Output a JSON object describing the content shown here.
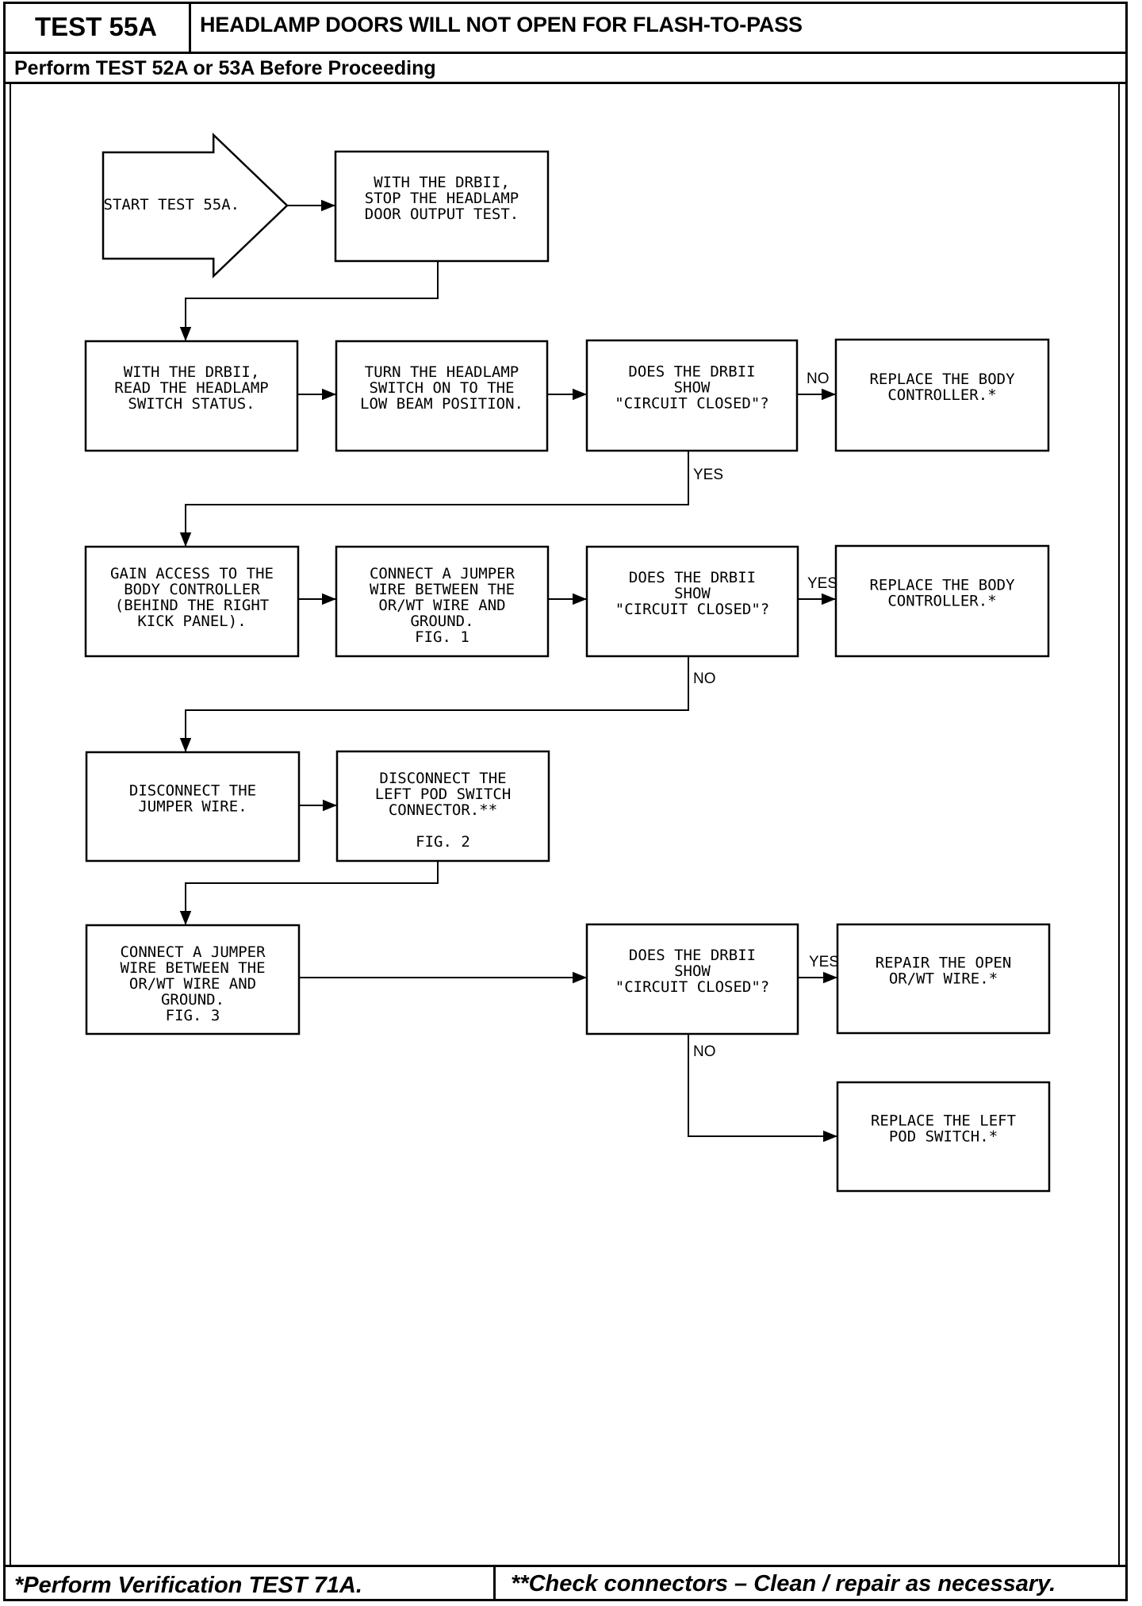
{
  "header": {
    "test_id": "TEST 55A",
    "title": "HEADLAMP DOORS WILL NOT OPEN FOR FLASH-TO-PASS",
    "subtitle": "Perform TEST 52A or 53A Before Proceeding"
  },
  "footer": {
    "note_single": "*Perform Verification TEST 71A.",
    "note_double": "**Check connectors – Clean / repair as necessary."
  },
  "nodes": [
    {
      "id": "start",
      "shape": "arrow",
      "lines": [
        "START TEST 55A."
      ]
    },
    {
      "id": "stop-output",
      "shape": "box",
      "lines": [
        "WITH THE DRBII,",
        "STOP THE HEADLAMP",
        "DOOR OUTPUT TEST."
      ]
    },
    {
      "id": "read-status",
      "shape": "box",
      "lines": [
        "WITH THE DRBII,",
        "READ THE HEADLAMP",
        "SWITCH STATUS."
      ]
    },
    {
      "id": "turn-switch",
      "shape": "box",
      "lines": [
        "TURN THE HEADLAMP",
        "SWITCH ON TO THE",
        "LOW BEAM POSITION."
      ]
    },
    {
      "id": "decision-1",
      "shape": "box",
      "lines": [
        "DOES THE DRBII",
        "SHOW",
        "\"CIRCUIT CLOSED\"?"
      ]
    },
    {
      "id": "replace-body-1",
      "shape": "box",
      "lines": [
        "REPLACE THE BODY",
        "CONTROLLER.*"
      ]
    },
    {
      "id": "gain-access",
      "shape": "box",
      "lines": [
        "GAIN ACCESS TO THE",
        "BODY CONTROLLER",
        "(BEHIND THE RIGHT",
        "KICK PANEL)."
      ]
    },
    {
      "id": "connect-jumper-1",
      "shape": "box",
      "lines": [
        "CONNECT A JUMPER",
        "WIRE BETWEEN THE",
        "OR/WT WIRE AND",
        "GROUND.",
        "FIG. 1"
      ]
    },
    {
      "id": "decision-2",
      "shape": "box",
      "lines": [
        "DOES THE DRBII",
        "SHOW",
        "\"CIRCUIT CLOSED\"?"
      ]
    },
    {
      "id": "replace-body-2",
      "shape": "box",
      "lines": [
        "REPLACE THE BODY",
        "CONTROLLER.*"
      ]
    },
    {
      "id": "disconnect-jumper",
      "shape": "box",
      "lines": [
        "DISCONNECT THE",
        "JUMPER WIRE."
      ]
    },
    {
      "id": "disconnect-pod",
      "shape": "box",
      "lines": [
        "DISCONNECT THE",
        "LEFT POD SWITCH",
        "CONNECTOR.**",
        "",
        "FIG. 2"
      ]
    },
    {
      "id": "connect-jumper-3",
      "shape": "box",
      "lines": [
        "CONNECT A JUMPER",
        "WIRE BETWEEN THE",
        "OR/WT WIRE AND",
        "GROUND.",
        "FIG. 3"
      ]
    },
    {
      "id": "decision-3",
      "shape": "box",
      "lines": [
        "DOES THE DRBII",
        "SHOW",
        "\"CIRCUIT CLOSED\"?"
      ]
    },
    {
      "id": "repair-open",
      "shape": "box",
      "lines": [
        "REPAIR THE OPEN",
        "OR/WT WIRE.*"
      ]
    },
    {
      "id": "replace-pod",
      "shape": "box",
      "lines": [
        "REPLACE THE LEFT",
        "POD SWITCH.*"
      ]
    }
  ],
  "edges": [
    {
      "from": "start",
      "to": "stop-output",
      "label": ""
    },
    {
      "from": "stop-output",
      "to": "read-status",
      "label": ""
    },
    {
      "from": "read-status",
      "to": "turn-switch",
      "label": ""
    },
    {
      "from": "turn-switch",
      "to": "decision-1",
      "label": ""
    },
    {
      "from": "decision-1",
      "to": "replace-body-1",
      "label": "NO"
    },
    {
      "from": "decision-1",
      "to": "gain-access",
      "label": "YES"
    },
    {
      "from": "gain-access",
      "to": "connect-jumper-1",
      "label": ""
    },
    {
      "from": "connect-jumper-1",
      "to": "decision-2",
      "label": ""
    },
    {
      "from": "decision-2",
      "to": "replace-body-2",
      "label": "YES"
    },
    {
      "from": "decision-2",
      "to": "disconnect-jumper",
      "label": "NO"
    },
    {
      "from": "disconnect-jumper",
      "to": "disconnect-pod",
      "label": ""
    },
    {
      "from": "disconnect-pod",
      "to": "connect-jumper-3",
      "label": ""
    },
    {
      "from": "connect-jumper-3",
      "to": "decision-3",
      "label": ""
    },
    {
      "from": "decision-3",
      "to": "repair-open",
      "label": "YES"
    },
    {
      "from": "decision-3",
      "to": "replace-pod",
      "label": "NO"
    }
  ]
}
